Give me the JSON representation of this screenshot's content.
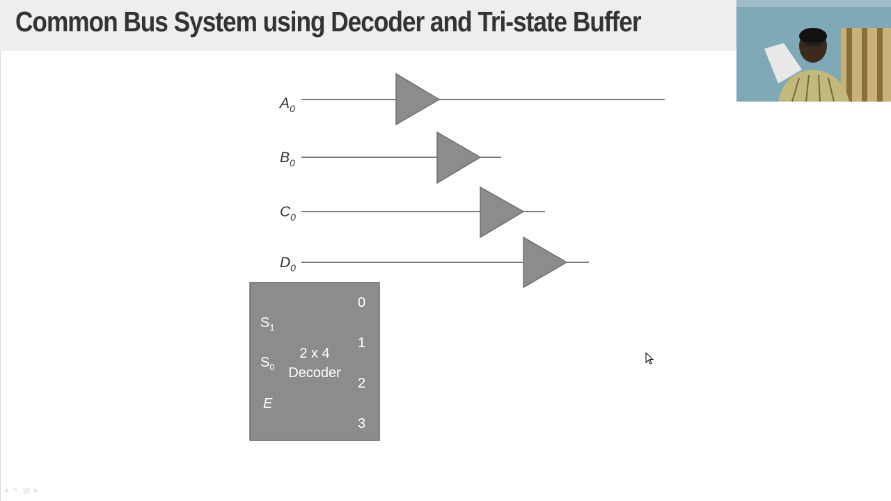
{
  "slide": {
    "title": "Common Bus System using Decoder and Tri-state Buffer"
  },
  "diagram": {
    "inputs": [
      {
        "letter": "A",
        "sub": "0"
      },
      {
        "letter": "B",
        "sub": "0"
      },
      {
        "letter": "C",
        "sub": "0"
      },
      {
        "letter": "D",
        "sub": "0"
      }
    ],
    "decoder": {
      "label_line1": "2 x 4",
      "label_line2": "Decoder",
      "select_inputs": [
        {
          "letter": "S",
          "sub": "1"
        },
        {
          "letter": "S",
          "sub": "0"
        }
      ],
      "enable": "E",
      "outputs": [
        "0",
        "1",
        "2",
        "3"
      ]
    },
    "colors": {
      "buffer_fill": "#8c8c8c",
      "decoder_fill": "#8c8c8c",
      "line": "#7a7a7a",
      "text_on_dark": "#ffffff"
    }
  },
  "webcam": {
    "icon": "presenter-video-feed"
  },
  "controls": {
    "icons": [
      "prev-arrow-icon",
      "pen-icon",
      "menu-icon",
      "next-arrow-icon"
    ]
  }
}
